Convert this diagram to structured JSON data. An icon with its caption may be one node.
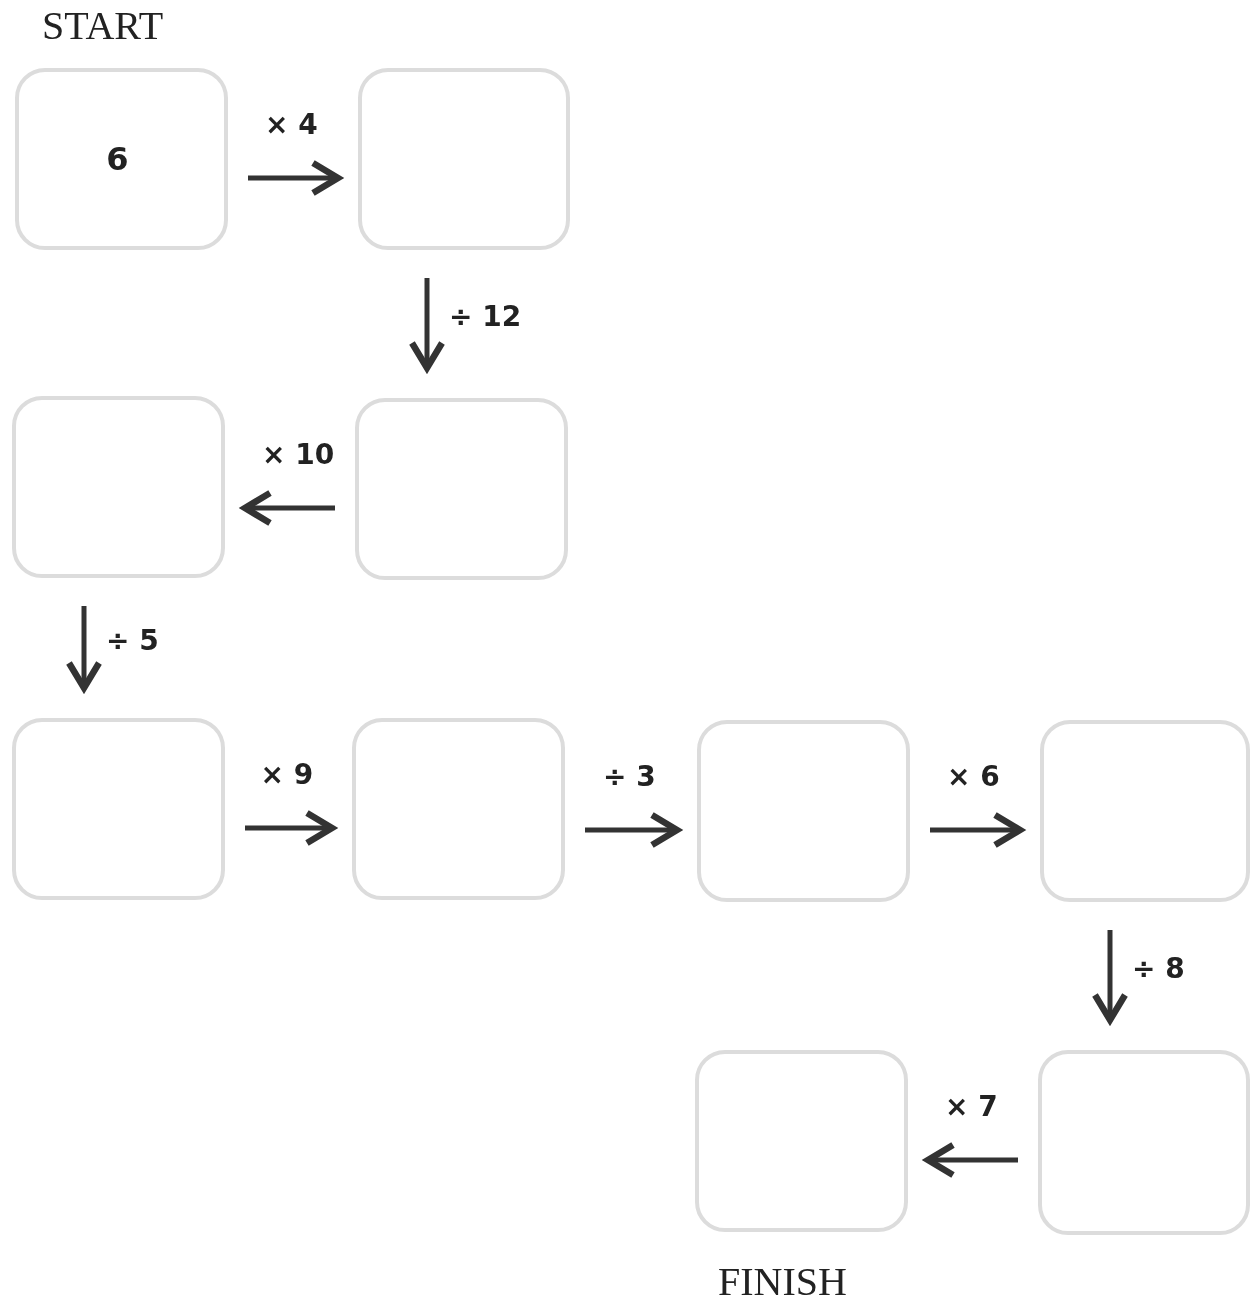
{
  "diagram": {
    "nodes": [
      {
        "text": [
          "6"
        ],
        "beside": [
          "START"
        ]
      },
      {
        "text": [],
        "shape": "box"
      },
      {
        "text": [],
        "shape": "box"
      },
      {
        "text": [],
        "shape": "box"
      },
      {
        "text": [],
        "shape": "box"
      },
      {
        "text": [],
        "shape": "box"
      },
      {
        "text": [],
        "shape": "box"
      },
      {
        "text": [],
        "shape": "box"
      },
      {
        "text": [],
        "shape": "box"
      },
      {
        "text": [],
        "shape": "box",
        "beside": [
          "FINISH"
        ]
      }
    ],
    "edges": [
      {
        "from": 0,
        "to": 1,
        "arrow": "to",
        "label": "× 4"
      },
      {
        "from": 1,
        "to": 2,
        "arrow": "to",
        "label": "÷ 12"
      },
      {
        "from": 2,
        "to": 3,
        "arrow": "to",
        "label": "× 10"
      },
      {
        "from": 3,
        "to": 4,
        "arrow": "to",
        "label": "÷ 5"
      },
      {
        "from": 4,
        "to": 5,
        "arrow": "to",
        "label": "× 9"
      },
      {
        "from": 5,
        "to": 6,
        "arrow": "to",
        "label": "÷ 3"
      },
      {
        "from": 6,
        "to": 7,
        "arrow": "to",
        "label": "× 6"
      },
      {
        "from": 7,
        "to": 8,
        "arrow": "to",
        "label": "÷ 8"
      },
      {
        "from": 8,
        "to": 9,
        "arrow": "to",
        "label": "× 7"
      }
    ]
  }
}
